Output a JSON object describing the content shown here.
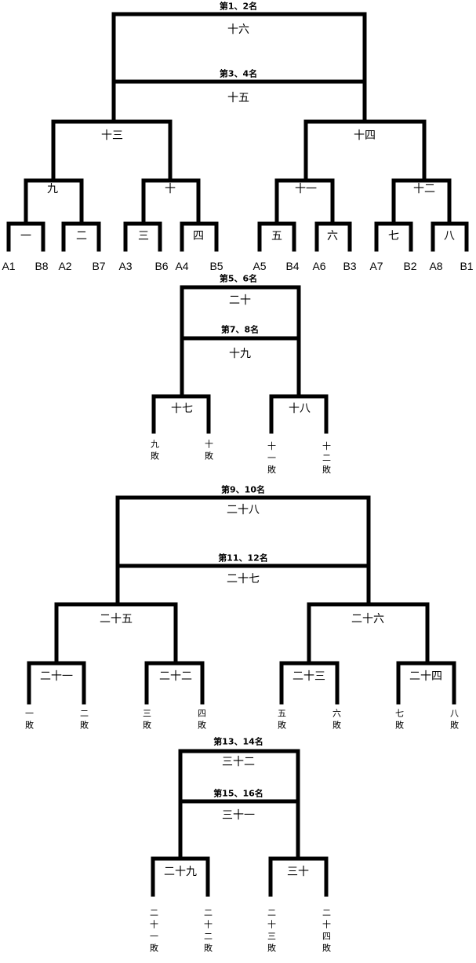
{
  "colors": {
    "line": "#000000",
    "background": "#ffffff"
  },
  "titles": [
    "第1、2名",
    "第3、4名",
    "第5、6名",
    "第7、8名",
    "第9、10名",
    "第11、12名",
    "第13、14名",
    "第15、16名"
  ],
  "matches": [
    "一",
    "二",
    "三",
    "四",
    "五",
    "六",
    "七",
    "八",
    "九",
    "十",
    "十一",
    "十二",
    "十三",
    "十四",
    "十五",
    "十六",
    "十七",
    "十八",
    "十九",
    "二十",
    "二十一",
    "二十二",
    "二十三",
    "二十四",
    "二十五",
    "二十六",
    "二十七",
    "二十八",
    "二十九",
    "三十",
    "三十一",
    "三十二"
  ],
  "seeds": [
    "A1",
    "B8",
    "A2",
    "B7",
    "A3",
    "B6",
    "A4",
    "B5",
    "A5",
    "B4",
    "A6",
    "B3",
    "A7",
    "B2",
    "A8",
    "B1"
  ],
  "losers": [
    "九敗",
    "十敗",
    "十一敗",
    "十二敗",
    "一敗",
    "二敗",
    "三敗",
    "四敗",
    "五敗",
    "六敗",
    "七敗",
    "八敗",
    "二十一敗",
    "二十二敗",
    "二十三敗",
    "二十四敗"
  ]
}
